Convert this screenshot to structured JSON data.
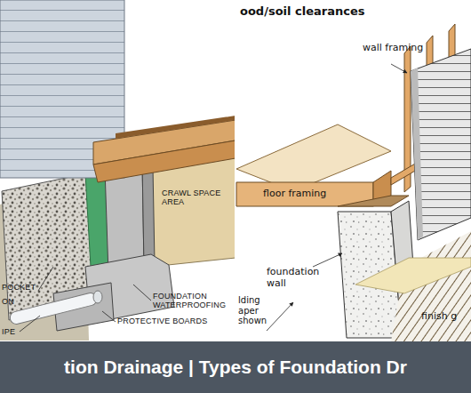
{
  "diagram": {
    "title": "tion Drainage | Types of Foundation Dr",
    "labels": [
      "ood/soil clearances",
      "wall framing",
      "floor framing",
      "foundation wall",
      "finish g",
      "lding aper shown",
      "CRAWL SPACE AREA",
      "FOUNDATION WATERPROOFING",
      "PROTECTIVE BOARDS",
      "POCKET",
      "ON",
      "IPE"
    ]
  }
}
